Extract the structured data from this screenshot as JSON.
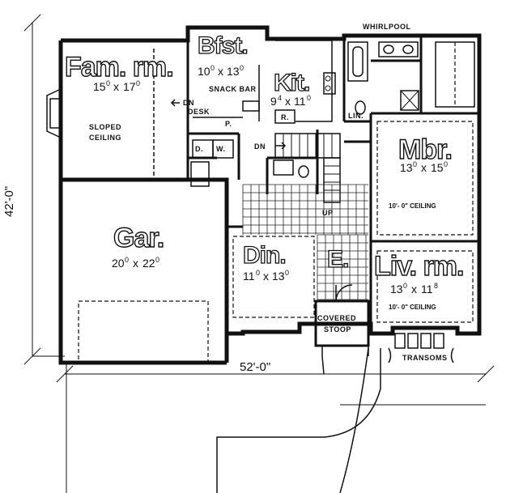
{
  "plan": {
    "overall_width": "52'-0\"",
    "overall_depth": "42'-0\"",
    "rooms": {
      "fam_rm": {
        "name": "Fam. rm.",
        "dim_w": "15",
        "dim_d": "17",
        "dim_w_sup": "0",
        "dim_d_sup": "0"
      },
      "bfst": {
        "name": "Bfst.",
        "dim_w": "10",
        "dim_d": "13",
        "dim_w_sup": "0",
        "dim_d_sup": "0"
      },
      "kit": {
        "name": "Kit.",
        "dim_w": "9",
        "dim_d": "11",
        "dim_w_sup": "4",
        "dim_d_sup": "0"
      },
      "mbr": {
        "name": "Mbr.",
        "dim_w": "13",
        "dim_d": "15",
        "dim_w_sup": "0",
        "dim_d_sup": "0",
        "ceiling": "10'- 0\" CEILING"
      },
      "gar": {
        "name": "Gar.",
        "dim_w": "20",
        "dim_d": "22",
        "dim_w_sup": "0",
        "dim_d_sup": "0"
      },
      "din": {
        "name": "Din.",
        "dim_w": "11",
        "dim_d": "13",
        "dim_w_sup": "0",
        "dim_d_sup": "0"
      },
      "entry": {
        "name": "E."
      },
      "liv_rm": {
        "name": "Liv. rm.",
        "dim_w": "13",
        "dim_d": "11",
        "dim_w_sup": "0",
        "dim_d_sup": "8",
        "ceiling": "10'- 0\" CEILING"
      }
    },
    "labels": {
      "whirlpool": "WHIRLPOOL",
      "snack_bar": "SNACK BAR",
      "dn_fam": "DN",
      "desk": "DESK",
      "p": "P.",
      "r": "R.",
      "lin": "LIN.",
      "sloped_1": "SLOPED",
      "sloped_2": "CEILING",
      "d": "D.",
      "w": "W.",
      "dn_stair": "DN",
      "up": "UP",
      "covered_1": "COVERED",
      "covered_2": "STOOP",
      "transoms": "TRANSOMS"
    }
  }
}
